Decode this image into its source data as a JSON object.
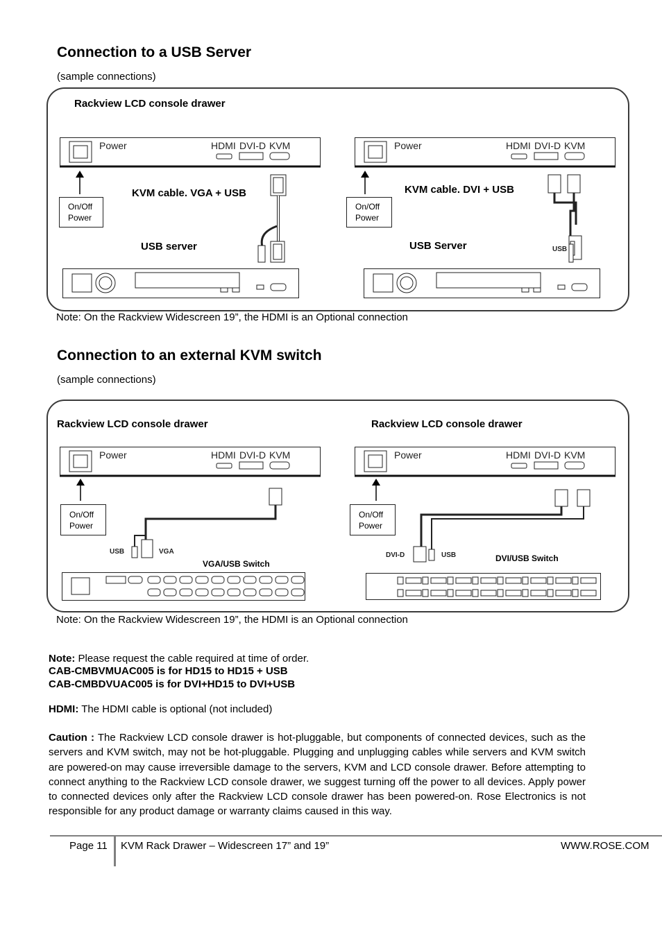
{
  "section1": {
    "title": "Connection to a USB Server",
    "subtitle": "(sample connections)",
    "drawer_label": "Rackview LCD console drawer",
    "left": {
      "cable_label": "KVM cable.  VGA + USB",
      "server_label": "USB server"
    },
    "right": {
      "cable_label": "KVM cable.  DVI + USB",
      "server_label": "USB Server",
      "usb_tag": "USB"
    },
    "note": "Note:  On the Rackview Widescreen 19”, the HDMI is an Optional connection"
  },
  "section2": {
    "title": "Connection to an external KVM switch",
    "subtitle": "(sample connections)",
    "left": {
      "drawer_label": "Rackview LCD console drawer",
      "usb_tag": "USB",
      "vga_tag": "VGA",
      "switch_label": "VGA/USB Switch"
    },
    "right": {
      "drawer_label": "Rackview LCD console drawer",
      "dvid_tag": "DVI-D",
      "usb_tag": "USB",
      "switch_label": "DVI/USB Switch"
    },
    "note": "Note:  On the Rackview Widescreen 19”, the HDMI is an Optional connection"
  },
  "drawer_panel": {
    "power": "Power",
    "hdmi": "HDMI",
    "dvid": "DVI-D",
    "kvm": "KVM"
  },
  "onoff_box": {
    "line1": "On/Off",
    "line2": "Power"
  },
  "notes": {
    "note_label": "Note:",
    "note_text": " Please request the cable required at time of order.",
    "cable1": "CAB-CMBVMUAC005 is for HD15 to HD15 + USB",
    "cable2": "CAB-CMBDVUAC005 is for DVI+HD15 to DVI+USB",
    "hdmi_label": "HDMI:",
    "hdmi_text": "  The HDMI cable is optional (not included)",
    "caution_label": "Caution :",
    "caution_text": " The Rackview LCD console drawer is hot-pluggable, but components of connected devices, such as the servers and KVM switch, may not be hot-pluggable. Plugging and unplugging cables while servers and KVM switch are powered-on may cause irreversible damage to the servers, KVM and LCD console drawer. Before attempting to connect anything to the Rackview LCD console drawer, we suggest turning off the power to all devices. Apply power to connected devices only after the Rackview LCD console drawer has been powered-on. Rose Electronics is not responsible for any product damage or warranty claims caused in this way."
  },
  "footer": {
    "page": "Page 11",
    "doc_title": "KVM Rack Drawer – Widescreen  17” and 19”",
    "website": "WWW.ROSE.COM"
  }
}
